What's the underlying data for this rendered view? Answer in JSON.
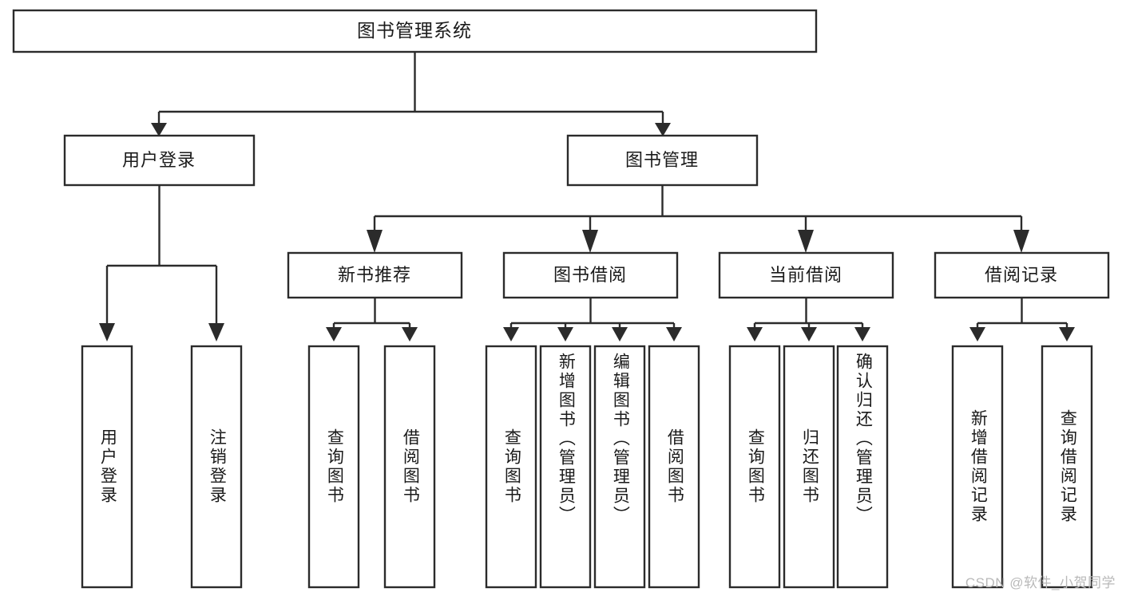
{
  "diagram": {
    "title": "图书管理系统",
    "watermark": "CSDN @软件_小贺同学",
    "type": "tree",
    "orientation": "top-down",
    "root": {
      "label": "图书管理系统",
      "level": 0
    },
    "level2": [
      {
        "label": "用户登录"
      },
      {
        "label": "图书管理"
      }
    ],
    "level3": [
      {
        "label": "新书推荐"
      },
      {
        "label": "图书借阅"
      },
      {
        "label": "当前借阅"
      },
      {
        "label": "借阅记录"
      }
    ],
    "leaves": [
      {
        "label": "用户登录",
        "parent": "用户登录"
      },
      {
        "label": "注销登录",
        "parent": "用户登录"
      },
      {
        "label": "查询图书",
        "parent": "新书推荐"
      },
      {
        "label": "借阅图书",
        "parent": "新书推荐"
      },
      {
        "label": "查询图书",
        "parent": "图书借阅"
      },
      {
        "label": "新增图书（管理员）",
        "parent": "图书借阅"
      },
      {
        "label": "编辑图书（管理员）",
        "parent": "图书借阅"
      },
      {
        "label": "借阅图书",
        "parent": "图书借阅"
      },
      {
        "label": "查询图书",
        "parent": "当前借阅"
      },
      {
        "label": "归还图书",
        "parent": "当前借阅"
      },
      {
        "label": "确认归还（管理员）",
        "parent": "当前借阅"
      },
      {
        "label": "新增借阅记录",
        "parent": "借阅记录"
      },
      {
        "label": "查询借阅记录",
        "parent": "借阅记录"
      }
    ],
    "colors": {
      "box_stroke": "#2b2b2b",
      "box_fill": "#ffffff",
      "text": "#1a1a1a",
      "background": "#ffffff",
      "watermark": "#b9b9b9"
    }
  }
}
